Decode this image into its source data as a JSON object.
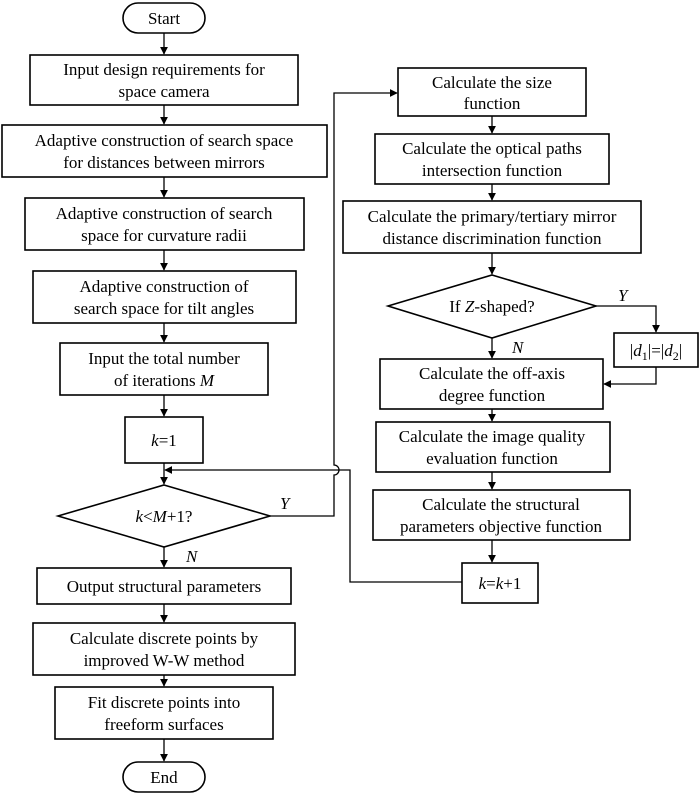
{
  "nodes": {
    "start": "Start",
    "input_design": [
      "Input design requirements for",
      "space camera"
    ],
    "mirror_distances": [
      "Adaptive construction of search space",
      "for distances between mirrors"
    ],
    "curvature_radii": [
      "Adaptive construction of search",
      "space for curvature radii"
    ],
    "tilt_angles": [
      "Adaptive construction of",
      "search space for tilt angles"
    ],
    "iterations": {
      "line1": "Input the total number",
      "line2_text": "of iterations ",
      "line2_var": "M"
    },
    "k_init": {
      "var": "k",
      "text": "=1"
    },
    "loop_condition": {
      "var1": "k",
      "op": "<",
      "var2": "M",
      "rest": "+1?"
    },
    "output_params": "Output  structural parameters",
    "discrete_points": [
      "Calculate discrete points by",
      "improved W-W method"
    ],
    "fit_surfaces": [
      "Fit discrete points into",
      "freeform surfaces"
    ],
    "end": "End",
    "size_function": [
      "Calculate the size",
      "function"
    ],
    "optical_paths": [
      "Calculate the optical paths",
      "intersection function"
    ],
    "mirror_discrimination": [
      "Calculate the primary/tertiary mirror",
      "distance discrimination function"
    ],
    "z_shaped": {
      "pre": "If ",
      "var": "Z",
      "post": "-shaped?"
    },
    "d_equal": {
      "bar1": "|",
      "d1": "d",
      "sub1": "1",
      "mid": "|=|",
      "d2": "d",
      "sub2": "2",
      "bar2": "|"
    },
    "off_axis": [
      "Calculate the off-axis",
      "degree function"
    ],
    "image_quality": [
      "Calculate the image quality",
      "evaluation function"
    ],
    "structural_objective": [
      "Calculate the structural",
      "parameters objective function"
    ],
    "k_increment": {
      "var1": "k",
      "eq": "=",
      "var2": "k",
      "rest": "+1"
    }
  },
  "labels": {
    "loop_yes": "Y",
    "loop_no": "N",
    "z_yes": "Y",
    "z_no": "N"
  }
}
